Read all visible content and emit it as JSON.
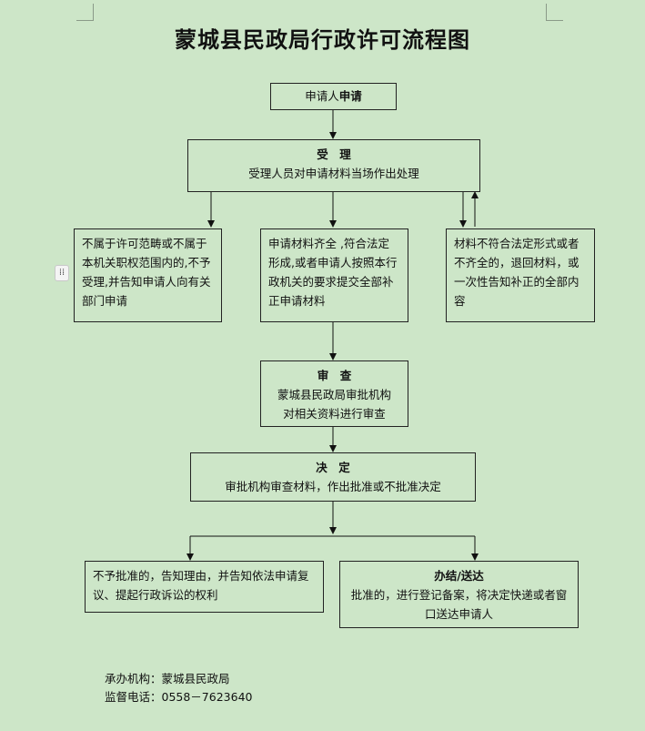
{
  "title": "蒙城县民政局行政许可流程图",
  "apply": {
    "prefix": "申请人",
    "action": "申请"
  },
  "accept": {
    "heading": "受　理",
    "desc": "受理人员对申请材料当场作出处理"
  },
  "branches": {
    "left": "不属于许可范畴或不属于本机关职权范围内的,不予受理,并告知申请人向有关部门申请",
    "middle": "申请材料齐全 ,符合法定形成,或者申请人按照本行政机关的要求提交全部补正申请材料",
    "right": "材料不符合法定形式或者不齐全的，退回材料，或一次性告知补正的全部内容"
  },
  "review": {
    "heading": "审　查",
    "desc": "蒙城县民政局审批机构对相关资料进行审查"
  },
  "decide": {
    "heading": "决　定",
    "desc": "审批机构审查材料，作出批准或不批准决定"
  },
  "reject": "不予批准的，告知理由，并告知依法申请复议、提起行政诉讼的权利",
  "finish": {
    "heading": "办结/送达",
    "desc": "批准的，进行登记备案，将决定快递或者窗口送达申请人"
  },
  "footer": {
    "org": "承办机构：蒙城县民政局",
    "phone": "监督电话：0558－7623640"
  },
  "handle_icon": "drag-handle-icon"
}
